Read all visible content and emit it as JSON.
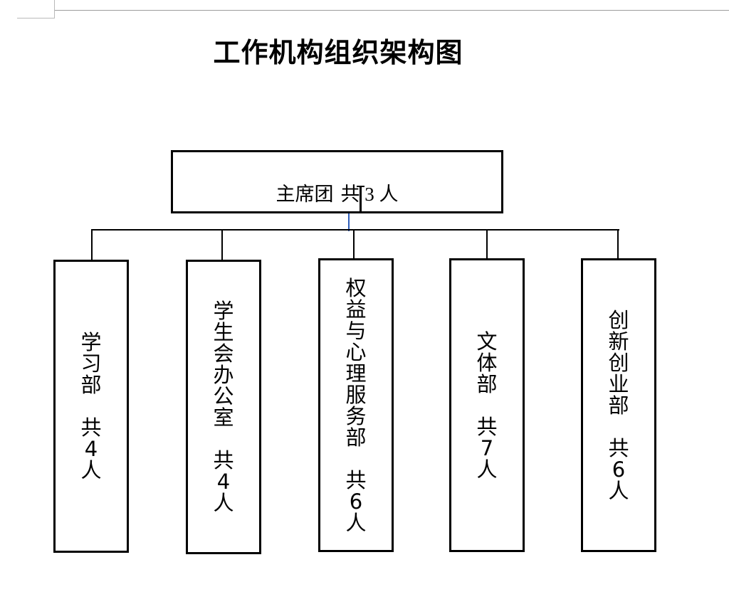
{
  "title": "工作机构组织架构图",
  "root": {
    "name": "主席团",
    "count": "共 3 人"
  },
  "departments": [
    {
      "name": "学习部",
      "count": "共4人"
    },
    {
      "name": "学生会办公室",
      "count": "共4人"
    },
    {
      "name": "权益与心理服务部",
      "count": "共6人"
    },
    {
      "name": "文体部",
      "count": "共7人"
    },
    {
      "name": "创新创业部",
      "count": "共6人"
    }
  ],
  "colors": {
    "line": "#000000",
    "connector_accent": "#2f5db8",
    "ruler": "#9c9c9c"
  }
}
